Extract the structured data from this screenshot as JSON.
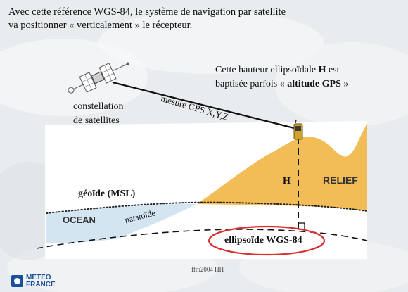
{
  "slide": {
    "title_lines": [
      "Avec cette référence WGS-84, le système de navigation par satellite",
      "va positionner « verticalement » le récepteur."
    ],
    "caption": {
      "line1_pre": "Cette hauteur ellipsoïdale ",
      "line1_bold": "H",
      "line1_post": " est",
      "line2_pre": "baptisée parfois « ",
      "line2_bold": "altitude GPS",
      "line2_post": " »"
    },
    "satellite_label_lines": [
      "constellation",
      "de satellites"
    ],
    "measure_label": "mesure GPS X,Y,Z",
    "geoid_label": "géoïde (MSL)",
    "ocean_label": "OCEAN",
    "patatoide_label": "patatoïde",
    "relief_label": "RELIEF",
    "h_label": "H",
    "ellipsoid_label": "ellipsoïde WGS-84",
    "footer": "ffm2004 HH",
    "logo_lines": [
      "METEO",
      "FRANCE"
    ]
  },
  "colors": {
    "relief_fill": "#f2bd57",
    "ocean_fill": "#d4e5f2",
    "ellipse_stroke": "#d93030",
    "receiver": "#d4a22a",
    "logo": "#1b4f9c"
  },
  "icons": [
    "satellite-icon",
    "gps-receiver-icon",
    "right-angle-marker",
    "meteo-france-logo"
  ]
}
